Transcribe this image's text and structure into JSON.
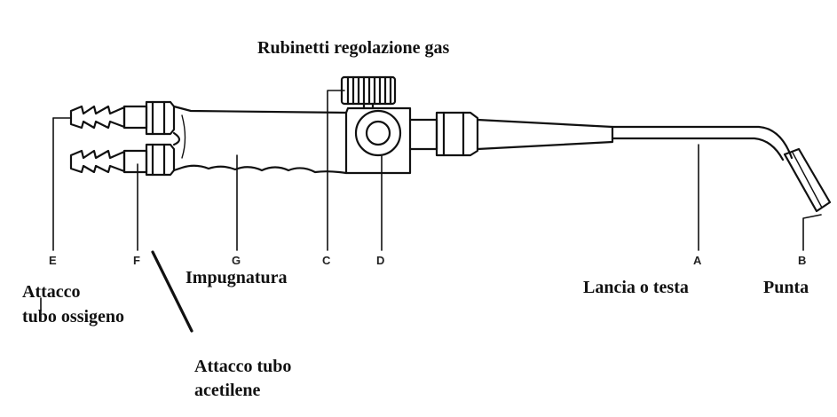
{
  "diagram": {
    "title": "Rubinetti regolazione gas",
    "labels": {
      "attacco_ossigeno_line1": "Attacco",
      "attacco_ossigeno_line2": "tubo ossigeno",
      "impugnatura": "Impugnatura",
      "attacco_acetilene_line1": "Attacco tubo",
      "attacco_acetilene_line2": "acetilene",
      "lancia": "Lancia o testa",
      "punta": "Punta"
    },
    "letters": {
      "e": "E",
      "f": "F",
      "g": "G",
      "c": "C",
      "d": "D",
      "a": "A",
      "b": "B"
    }
  }
}
